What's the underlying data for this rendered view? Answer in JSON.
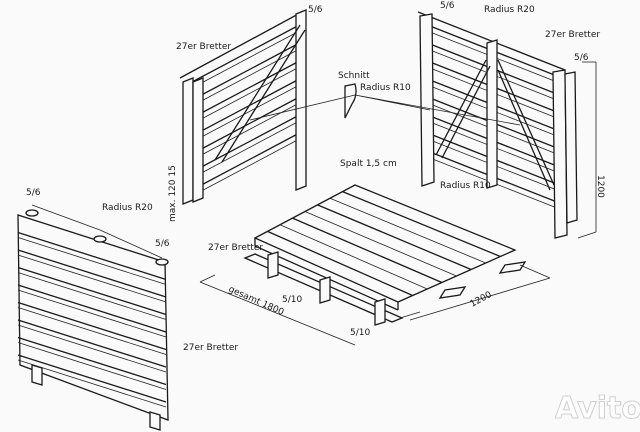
{
  "title": "Holzlege / Kompostbehälter Bauzeichnung",
  "labels": {
    "post_back_left": "5/6",
    "post_back_right_top": "5/6",
    "post_right_end": "5/6",
    "post_front_left": "5/6",
    "post_front_right": "5/6",
    "boards_back_left": "27er Bretter",
    "boards_back_right": "27er Bretter",
    "boards_floor": "27er Bretter",
    "boards_front": "27er Bretter",
    "section": "Schnitt",
    "radius_r10_section": "Radius R10",
    "radius_r20_back": "Radius R20",
    "radius_r10_back": "Radius R10",
    "radius_r20_front": "Radius R20",
    "gap_max": "max. 120 15",
    "gap_floor": "Spalt 1,5 cm",
    "total_length": "gesamt 1800",
    "height": "1200",
    "depth": "1200",
    "beam_left": "5/10",
    "beam_front": "5/10"
  },
  "watermark": "Avito"
}
